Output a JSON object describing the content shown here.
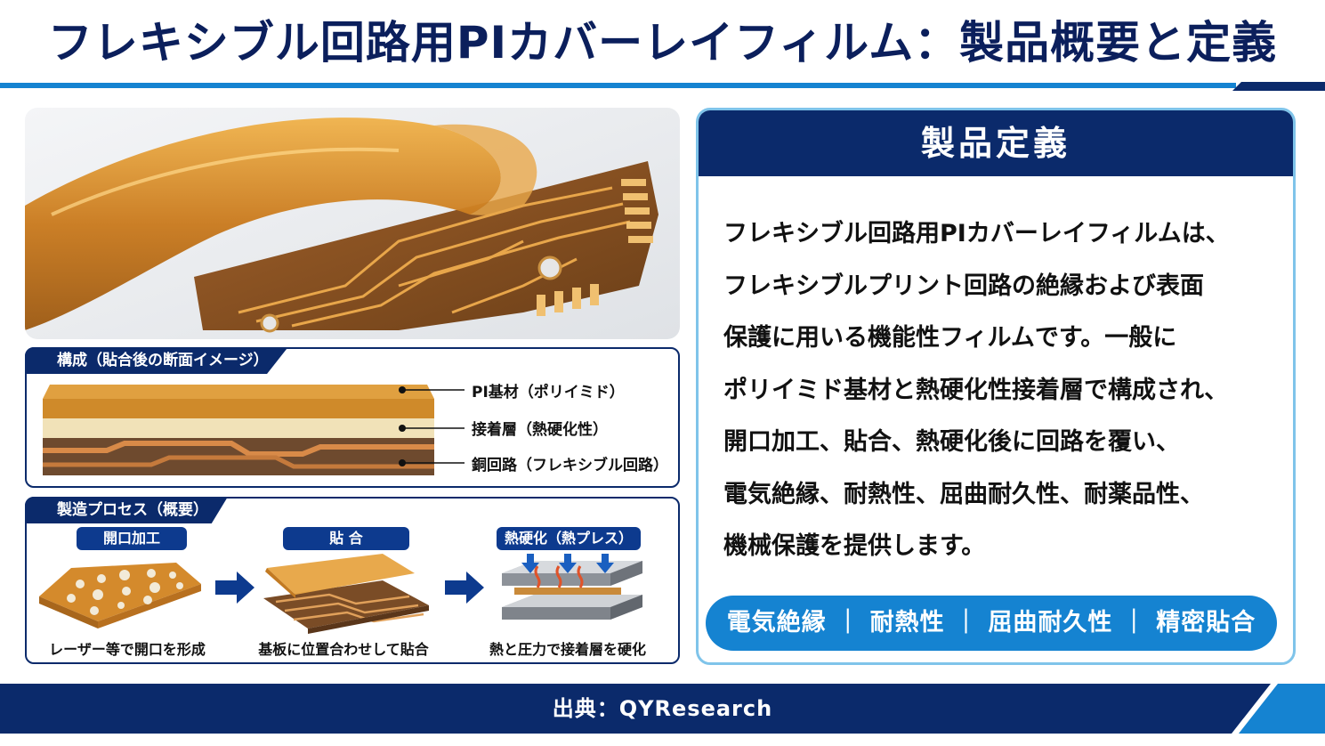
{
  "title": "フレキシブル回路用PIカバーレイフィルム：製品概要と定義",
  "structure": {
    "tab_label": "構成（貼合後の断面イメージ）",
    "layers": [
      "PI基材（ポリイミド）",
      "接着層（熱硬化性）",
      "銅回路（フレキシブル回路）"
    ]
  },
  "process": {
    "tab_label": "製造プロセス（概要）",
    "steps": [
      {
        "label": "開口加工",
        "caption": "レーザー等で開口を形成"
      },
      {
        "label": "貼 合",
        "caption": "基板に位置合わせして貼合"
      },
      {
        "label": "熱硬化（熱プレス）",
        "caption": "熱と圧力で接着層を硬化"
      }
    ]
  },
  "definition": {
    "heading": "製品定義",
    "lines": [
      "フレキシブル回路用PIカバーレイフィルムは、",
      "フレキシブルプリント回路の絶縁および表面",
      "保護に用いる機能性フィルムです。一般に",
      "ポリイミド基材と熱硬化性接着層で構成され、",
      "開口加工、貼合、熱硬化後に回路を覆い、",
      "電気絶縁、耐熱性、屈曲耐久性、耐薬品性、",
      "機械保護を提供します。"
    ],
    "features": "電気絶縁 ｜ 耐熱性 ｜ 屈曲耐久性 ｜ 精密貼合"
  },
  "footer": {
    "source": "出典：QYResearch"
  },
  "colors": {
    "navy": "#0b2a6b",
    "blue": "#1583d1",
    "light_blue": "#7fc4ea",
    "amber": "#d9952f",
    "copper": "#8a5a2b"
  },
  "icons": [
    "arrow-right-icon",
    "arrow-down-icon",
    "heat-wave-icon"
  ]
}
